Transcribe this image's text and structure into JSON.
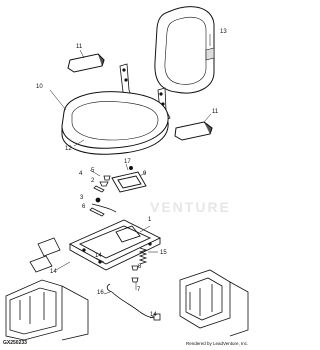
{
  "callouts": {
    "c1": "1",
    "c2": "2",
    "c3": "3",
    "c4": "4",
    "c5": "5",
    "c6": "6",
    "c7": "7",
    "c8": "8",
    "c9": "9",
    "c10": "10",
    "c11a": "11",
    "c11b": "11",
    "c12": "12",
    "c13": "13",
    "c14a": "14",
    "c14b": "14",
    "c14c": "14",
    "c15": "15",
    "c16": "16",
    "c17": "17"
  },
  "watermark": "VENTURE",
  "footer": {
    "figure_id": "GX250233",
    "credit": "Rendered by LeadVenture, Inc."
  }
}
